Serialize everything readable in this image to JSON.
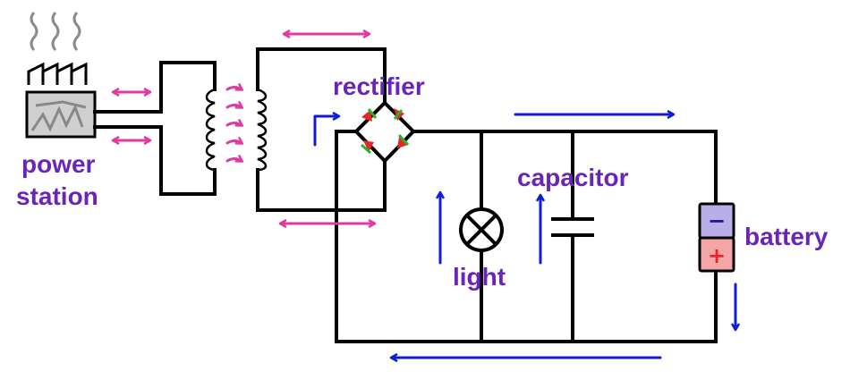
{
  "labels": {
    "power_station_line1": "power",
    "power_station_line2": "station",
    "rectifier": "rectifier",
    "capacitor": "capacitor",
    "light": "light",
    "battery": "battery",
    "battery_minus": "−",
    "battery_plus": "+"
  },
  "colors": {
    "label": "#6a24b8",
    "ac_arrows": "#e03aa0",
    "dc_arrows": "#0f1ed6",
    "wire": "#000000",
    "diode_red": "#e8262a",
    "diode_green": "#27b52a",
    "battery_negative_fill": "#b9aee8",
    "battery_positive_fill": "#f4a6a6"
  }
}
